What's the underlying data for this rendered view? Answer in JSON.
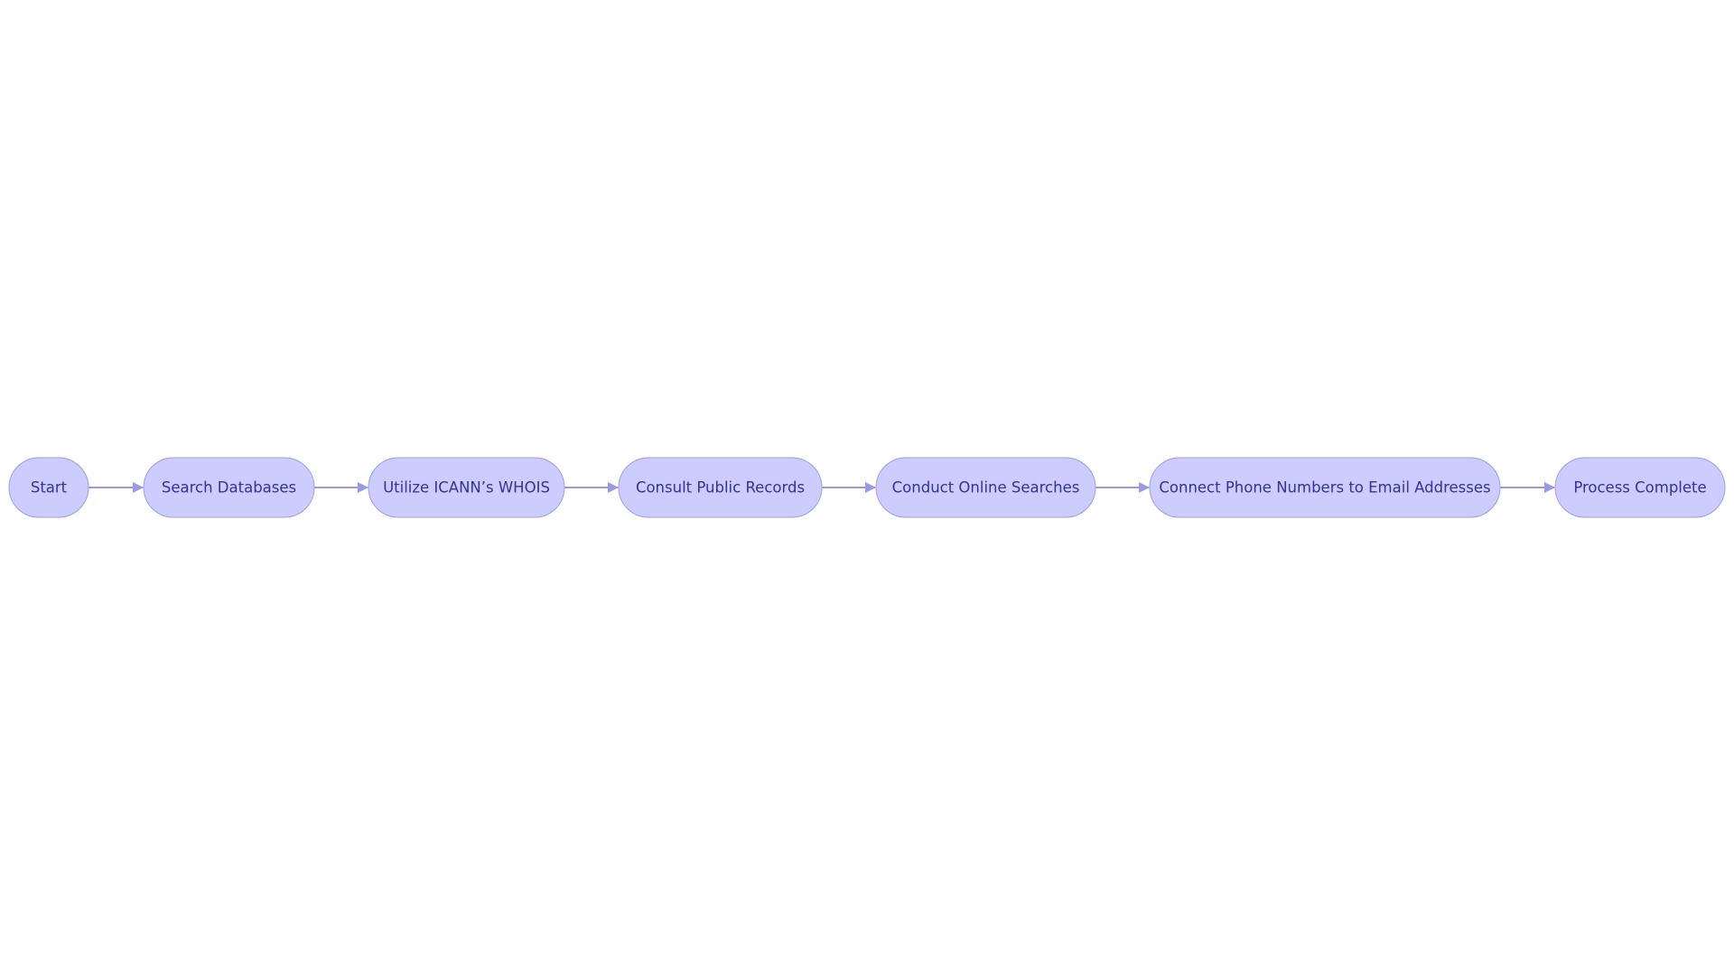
{
  "diagram": {
    "type": "flowchart",
    "direction": "left-to-right",
    "colors": {
      "node_fill": "#ccccff",
      "node_stroke": "#9e9ee6",
      "edge": "#9999e6",
      "text": "#333399",
      "background": "#ffffff"
    },
    "nodes": [
      {
        "id": "start",
        "label": "Start"
      },
      {
        "id": "search-databases",
        "label": "Search Databases"
      },
      {
        "id": "utilize-icann-whois",
        "label": "Utilize ICANN’s WHOIS"
      },
      {
        "id": "consult-public-records",
        "label": "Consult Public Records"
      },
      {
        "id": "conduct-online-searches",
        "label": "Conduct Online Searches"
      },
      {
        "id": "connect-phone-numbers",
        "label": "Connect Phone Numbers to Email Addresses"
      },
      {
        "id": "process-complete",
        "label": "Process Complete"
      }
    ],
    "edges": [
      {
        "from": "start",
        "to": "search-databases"
      },
      {
        "from": "search-databases",
        "to": "utilize-icann-whois"
      },
      {
        "from": "utilize-icann-whois",
        "to": "consult-public-records"
      },
      {
        "from": "consult-public-records",
        "to": "conduct-online-searches"
      },
      {
        "from": "conduct-online-searches",
        "to": "connect-phone-numbers"
      },
      {
        "from": "connect-phone-numbers",
        "to": "process-complete"
      }
    ]
  }
}
